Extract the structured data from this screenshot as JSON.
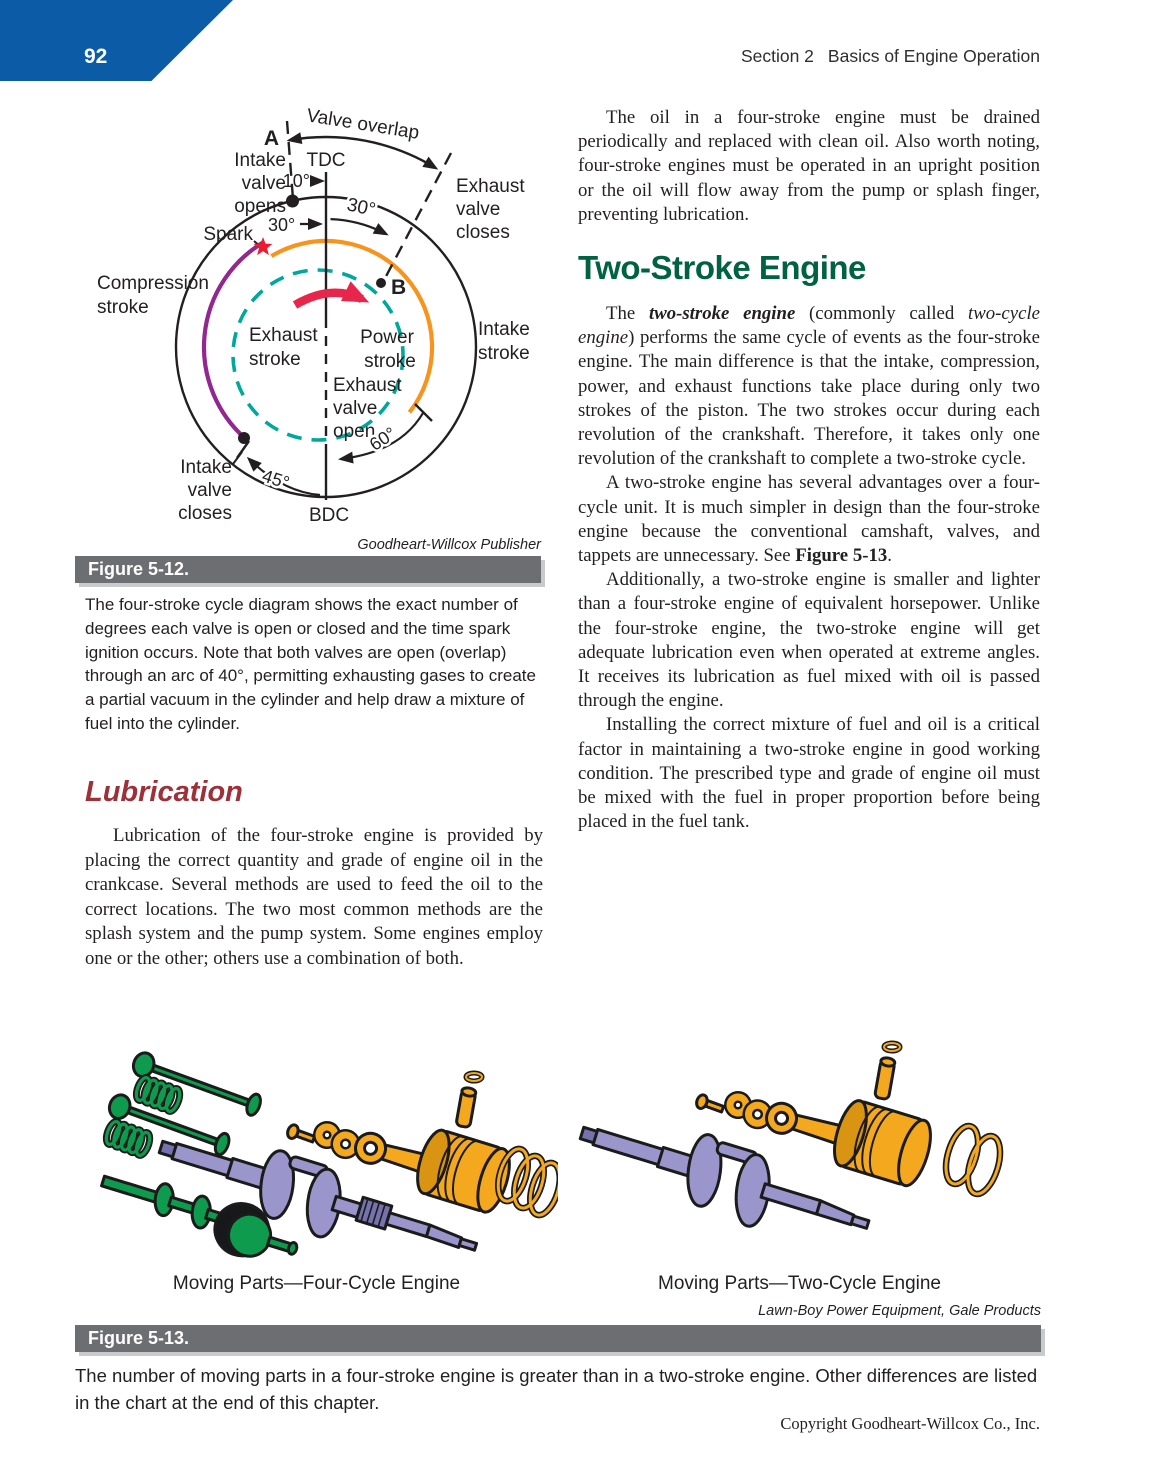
{
  "page": {
    "number": "92",
    "section_label": "Section 2",
    "section_title": "Basics of Engine Operation",
    "copyright": "Copyright Goodheart-Willcox Co., Inc."
  },
  "figure_5_12": {
    "credit": "Goodheart-Willcox Publisher",
    "title": "Figure 5-12.",
    "caption": "The four-stroke cycle diagram shows the exact number of degrees each valve is open or closed and the time spark ignition occurs. Note that both valves are open (overlap) through an arc of 40°, permitting exhausting gases to create a partial vacuum in the cylinder and help draw a mixture of fuel into the cylinder.",
    "labels": {
      "valve_overlap": "Valve overlap",
      "a": "A",
      "b": "B",
      "tdc": "TDC",
      "bdc": "BDC",
      "deg10": "10°",
      "deg30_top": "30°",
      "deg30_spark": "30°",
      "deg45": "45°",
      "deg60": "60°",
      "spark": "Spark",
      "iv_opens_1": "Intake",
      "iv_opens_2": "valve",
      "iv_opens_3": "opens",
      "ev_closes_1": "Exhaust",
      "ev_closes_2": "valve",
      "ev_closes_3": "closes",
      "compression_1": "Compression",
      "compression_2": "stroke",
      "exhaust_stroke_1": "Exhaust",
      "exhaust_stroke_2": "stroke",
      "power_1": "Power",
      "power_2": "stroke",
      "ev_open_1": "Exhaust",
      "ev_open_2": "valve",
      "ev_open_3": "open",
      "intake_stroke_1": "Intake",
      "intake_stroke_2": "stroke",
      "iv_closes_1": "Intake",
      "iv_closes_2": "valve",
      "iv_closes_3": "closes"
    }
  },
  "left_column": {
    "lubrication_heading": "Lubrication",
    "lubrication_paragraph": "Lubrication of the four-stroke engine is provided by placing the correct quantity and grade of engine oil in the crankcase. Several methods are used to feed the oil to the correct locations. The two most common methods are the splash system and the pump system. Some engines employ one or the other; others use a combination of both."
  },
  "right_column": {
    "paragraph_oil": "The oil in a four-stroke engine must be drained periodically and replaced with clean oil. Also worth noting, four-stroke engines must be operated in an upright position or the oil will flow away from the pump or splash finger, preventing lubrication.",
    "two_stroke_heading": "Two-Stroke Engine",
    "paragraph_intro": {
      "seg1": "The ",
      "term_bold_italic": "two-stroke engine",
      "seg2": " (commonly called ",
      "term_italic": "two-cycle engine",
      "seg3": ") performs the same cycle of events as the four-stroke engine. The main difference is that the intake, compression, power, and exhaust functions take place during only two strokes of the piston. The two strokes occur during each revolution of the crankshaft. Therefore, it takes only one revolution of the crankshaft to complete a two-stroke cycle."
    },
    "paragraph_advantages": {
      "seg1": "A two-stroke engine has several advantages over a four-cycle unit. It is much simpler in design than the four-stroke engine because the conventional camshaft, valves, and tappets are unnecessary. See ",
      "figure_ref": "Figure 5-13",
      "seg2": "."
    },
    "paragraph_smaller": "Additionally, a two-stroke engine is smaller and lighter than a four-stroke engine of equivalent horsepower. Unlike the four-stroke engine, the two-stroke engine will get adequate lubrication even when operated at extreme angles. It receives its lubrication as fuel mixed with oil is passed through the engine.",
    "paragraph_mixture": "Installing the correct mixture of fuel and oil is a critical factor in maintaining a two-stroke engine in good working condition. The prescribed type and grade of engine oil must be mixed with the fuel in proper proportion before being placed in the fuel tank."
  },
  "figure_5_13": {
    "left_caption": "Moving Parts—Four-Cycle Engine",
    "right_caption": "Moving Parts—Two-Cycle Engine",
    "credit": "Lawn-Boy Power Equipment, Gale Products",
    "title": "Figure 5-13.",
    "caption": "The number of moving parts in a four-stroke engine is greater than in a two-stroke engine. Other differences are listed in the chart at the end of this chapter."
  },
  "colors": {
    "header_blue": "#0b5ba7",
    "figure_bar_gray": "#6d6e71",
    "heading_red": "#9d3039",
    "heading_green": "#006241",
    "diagram_orange": "#F7941D",
    "diagram_purple": "#92278F",
    "diagram_teal": "#00A79D",
    "diagram_red": "#E8254B",
    "part_green": "#0E9B4D",
    "part_lavender": "#9A96CC",
    "part_gold": "#F3A81E"
  }
}
